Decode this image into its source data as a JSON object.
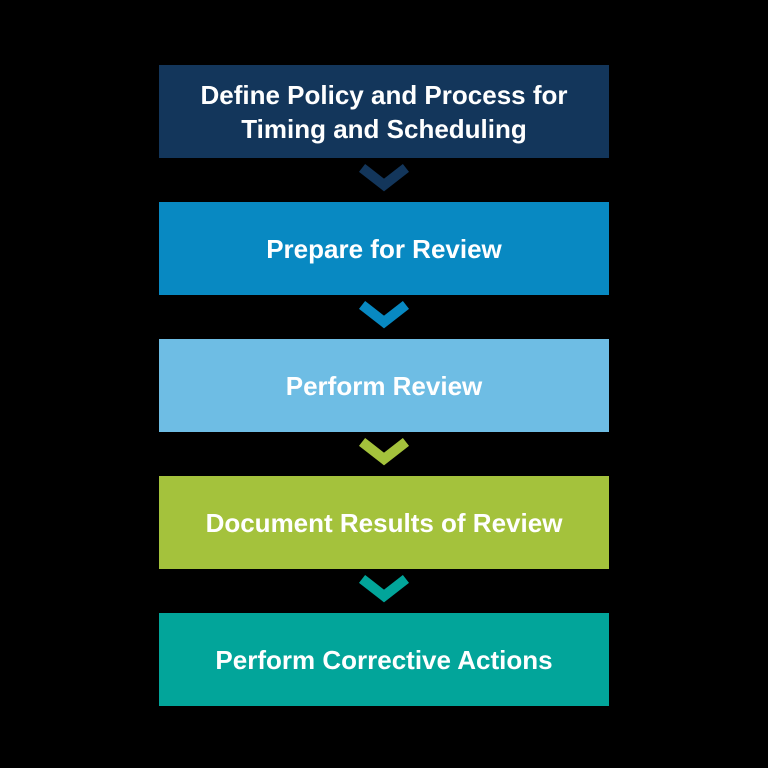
{
  "diagram": {
    "background_color": "#000000",
    "text_color": "#FFFFFF",
    "steps": [
      {
        "label": "Define Policy and Process for Timing and Scheduling",
        "color": "#13365B"
      },
      {
        "label": "Prepare for Review",
        "color": "#0889C2"
      },
      {
        "label": "Perform Review",
        "color": "#6EBDE4"
      },
      {
        "label": "Document Results of Review",
        "color": "#A4C23C"
      },
      {
        "label": "Perform Corrective Actions",
        "color": "#02A59A"
      }
    ],
    "connectors": [
      {
        "icon": "chevron-down",
        "color": "#13365B"
      },
      {
        "icon": "chevron-down",
        "color": "#0889C2"
      },
      {
        "icon": "chevron-down",
        "color": "#A4C23C"
      },
      {
        "icon": "chevron-down",
        "color": "#02A59A"
      }
    ]
  }
}
